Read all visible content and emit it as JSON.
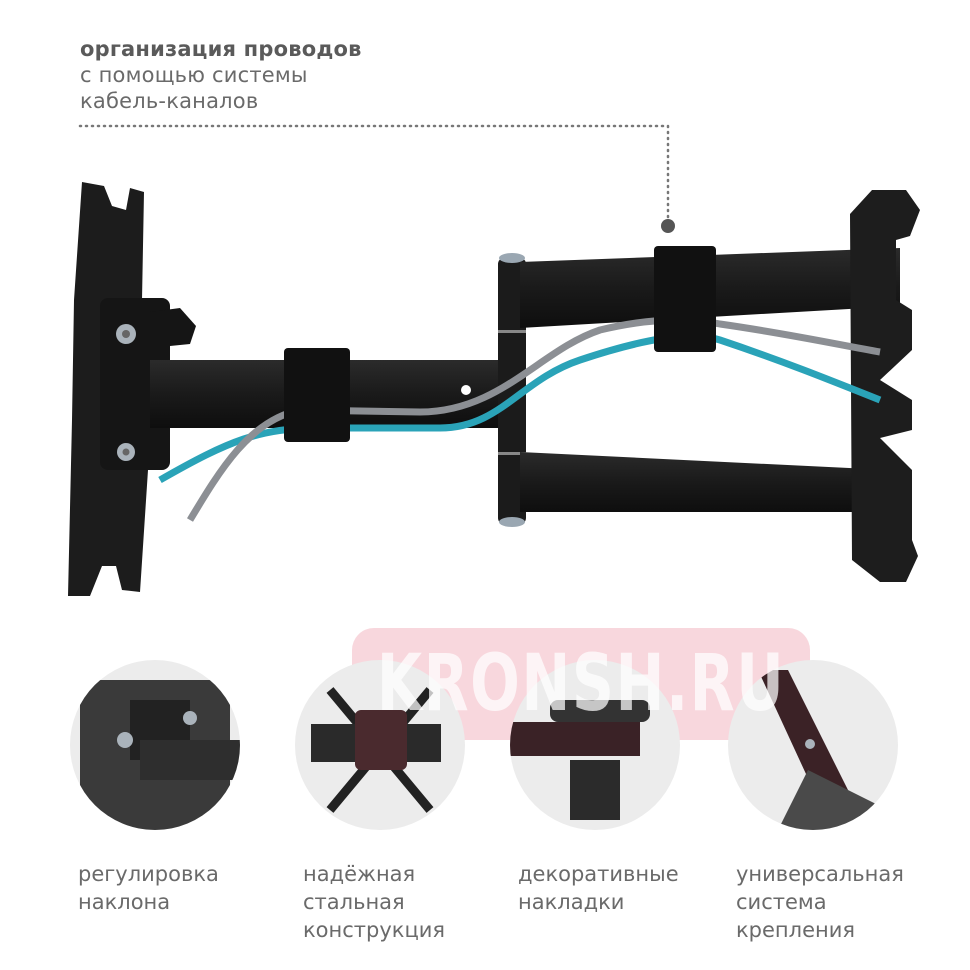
{
  "callout": {
    "title": "организация проводов",
    "line2": "с помощью системы",
    "line3": "кабель-каналов"
  },
  "watermark": "KRONSH.RU",
  "features": [
    {
      "lines": [
        "регулировка",
        "наклона"
      ],
      "icon": "tilt-adjust-photo"
    },
    {
      "lines": [
        "надёжная",
        "стальная",
        "конструкция"
      ],
      "icon": "steel-bracket-photo"
    },
    {
      "lines": [
        "декоративные",
        "накладки"
      ],
      "icon": "decorative-cover-photo"
    },
    {
      "lines": [
        "универсальная",
        "система",
        "крепления"
      ],
      "icon": "vesa-mount-photo"
    }
  ],
  "colors": {
    "text": "#6a6a6a",
    "bracket": "#1f1f1f",
    "cable_blue": "#2aa3b8",
    "cable_gray": "#8c8f94",
    "watermark": "#ec96a5"
  }
}
